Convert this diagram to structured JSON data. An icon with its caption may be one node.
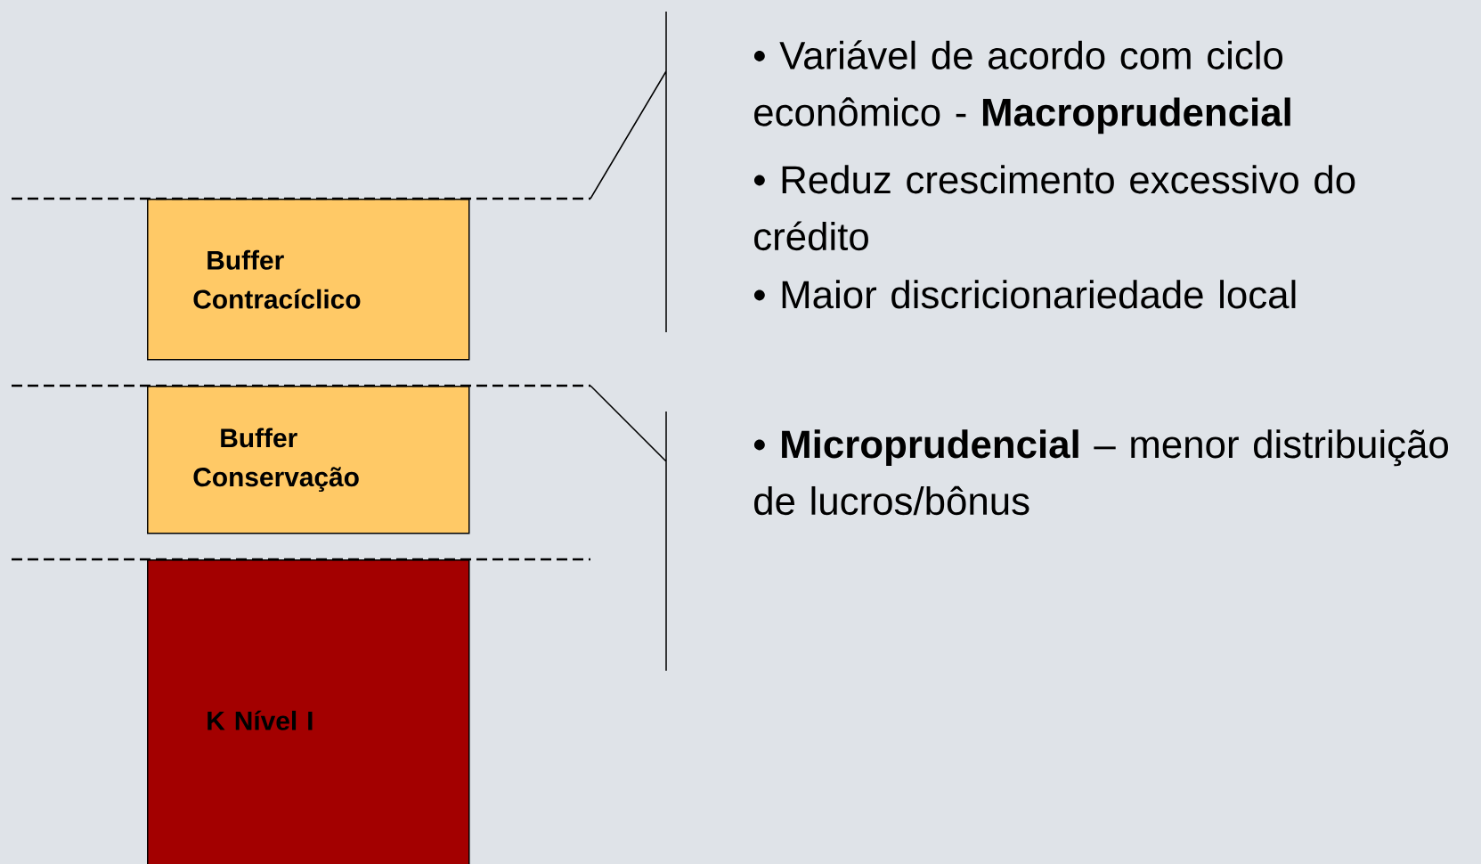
{
  "diagram": {
    "nodes": [
      {
        "text": [
          "Buffer Contracíclico"
        ]
      },
      {
        "text": [
          "Buffer Conservação"
        ]
      },
      {
        "text": [
          "K Nível I"
        ]
      }
    ],
    "labels": [
      "• Variável de acordo com ciclo econômico - **Macroprudencial**",
      "• Reduz crescimento excessivo do crédito",
      "• Maior discricionariedade local",
      "• **Microprudencial** – menor distribuição de lucros/bônus"
    ]
  }
}
